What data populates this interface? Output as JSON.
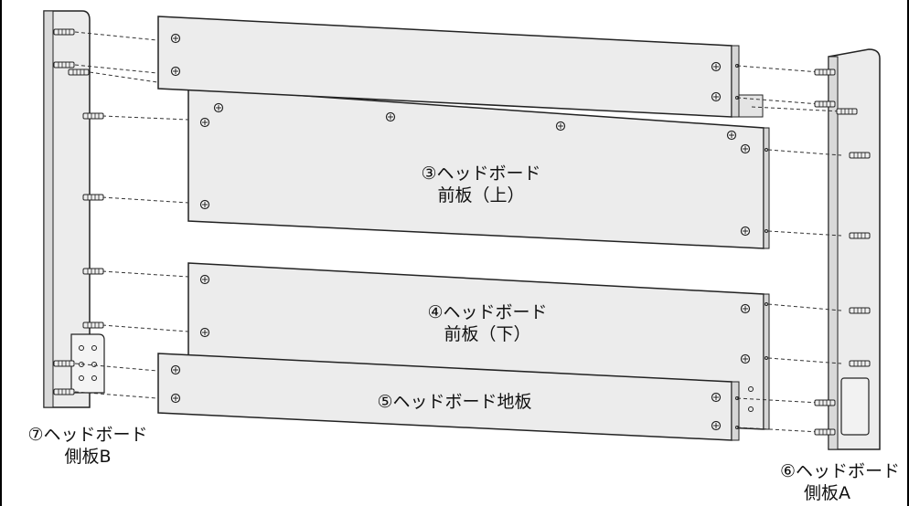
{
  "labels": {
    "panel_3_line1": "③ヘッドボード",
    "panel_3_line2": "前板（上）",
    "panel_4_line1": "④ヘッドボード",
    "panel_4_line2": "前板（下）",
    "panel_5": "⑤ヘッドボード地板",
    "panel_7_line1": "⑦ヘッドボード",
    "panel_7_line2": "側板B",
    "panel_6_line1": "⑥ヘッドボード",
    "panel_6_line2": "側板A"
  },
  "colors": {
    "panel_fill": "#ececec",
    "panel_shade": "#d6d6d6",
    "outline": "#222222",
    "hole": "#333333"
  },
  "icons": [
    "dowel-icon",
    "cam-bolt-icon",
    "screw-hole-icon",
    "bracket-icon"
  ]
}
